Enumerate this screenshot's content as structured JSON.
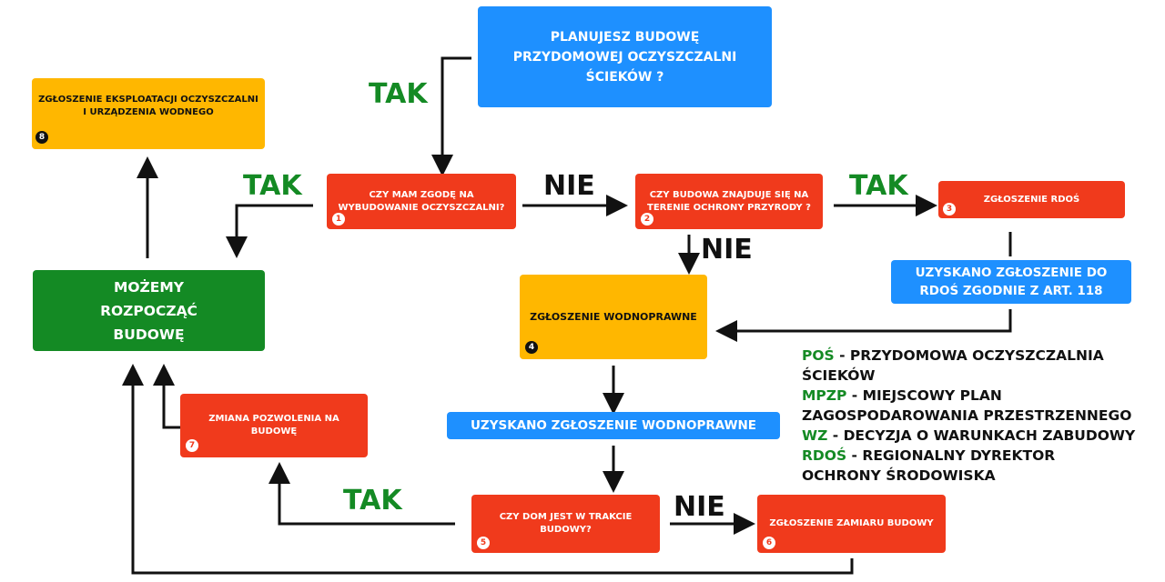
{
  "boxes": {
    "start": "PLANUJESZ BUDOWĘ PRZYDOMOWEJ OCZYSZCZALNI ŚCIEKÓW ?",
    "q1": "CZY MAM ZGODĘ NA WYBUDOWANIE OCZYSZCZALNI?",
    "q2": "CZY BUDOWA ZNAJDUJE SIĘ NA TERENIE OCHRONY PRZYRODY ?",
    "s3": "ZGŁOSZENIE RDOŚ",
    "s4": "ZGŁOSZENIE WODNOPRAWNE",
    "q5": "CZY DOM JEST W TRAKCIE BUDOWY?",
    "s6": "ZGŁOSZENIE ZAMIARU BUDOWY",
    "s7": "ZMIANA POZWOLENIA NA BUDOWĘ",
    "s8": "ZGŁOSZENIE EKSPLOATACJI OCZYSZCZALNI I URZĄDZENIA WODNEGO",
    "build": "MOŻEMY ROZPOCZĄĆ BUDOWĘ",
    "rdos_ok": "UZYSKANO ZGŁOSZENIE DO RDOŚ ZGODNIE Z ART. 118",
    "water_ok": "UZYSKANO ZGŁOSZENIE WODNOPRAWNE"
  },
  "badges": {
    "b1": "1",
    "b2": "2",
    "b3": "3",
    "b4": "4",
    "b5": "5",
    "b6": "6",
    "b7": "7",
    "b8": "8"
  },
  "labels": {
    "yes": "TAK",
    "no": "NIE"
  },
  "legend": [
    {
      "abbr": "POŚ",
      "text": " - PRZYDOMOWA OCZYSZCZALNIA ŚCIEKÓW"
    },
    {
      "abbr": "MPZP",
      "text": " - MIEJSCOWY PLAN ZAGOSPODAROWANIA PRZESTRZENNEGO"
    },
    {
      "abbr": "WZ",
      "text": " - DECYZJA O WARUNKACH ZABUDOWY"
    },
    {
      "abbr": "RDOŚ",
      "text": " - REGIONALNY DYREKTOR OCHRONY ŚRODOWISKA"
    }
  ],
  "colors": {
    "red": "#f03a1c",
    "orange": "#ffb700",
    "blue": "#1e90ff",
    "green": "#148a24",
    "arrow": "#111111"
  }
}
